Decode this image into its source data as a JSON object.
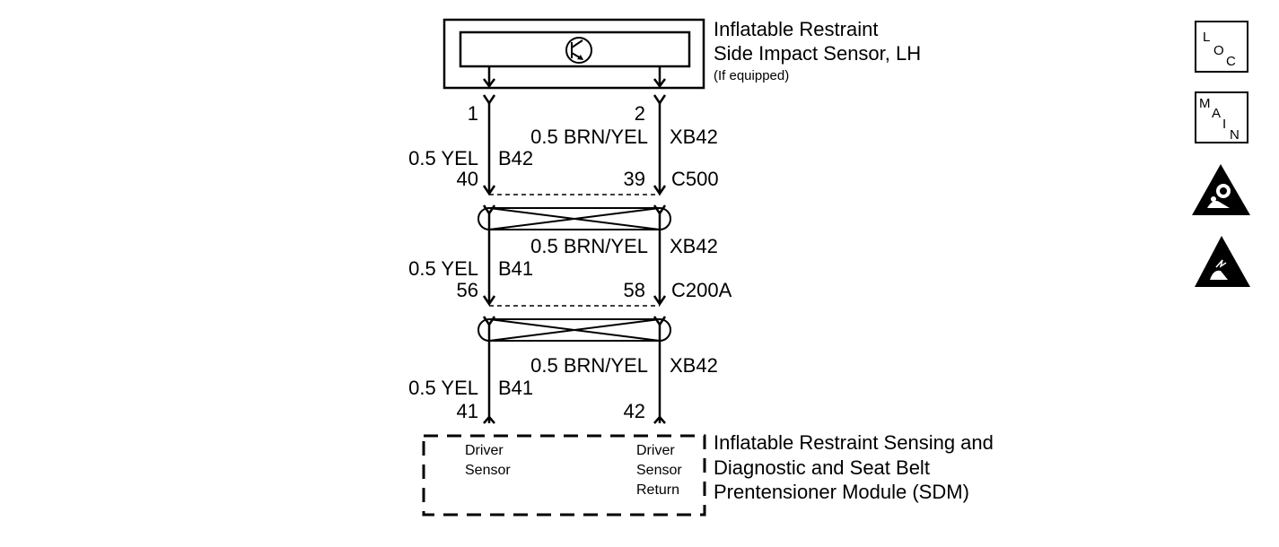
{
  "sensor_component": {
    "name_line1": "Inflatable Restraint",
    "name_line2": "Side Impact Sensor, LH",
    "note": "(If equipped)"
  },
  "module_component": {
    "name_line1": "Inflatable Restraint Sensing and",
    "name_line2": "Diagnostic and Seat Belt",
    "name_line3": "Prentensioner Module (SDM)",
    "left_pin_label_line1": "Driver",
    "left_pin_label_line2": "Sensor",
    "right_pin_label_line1": "Driver",
    "right_pin_label_line2": "Sensor",
    "right_pin_label_line3": "Return"
  },
  "sensor_pins": {
    "left": "1",
    "right": "2"
  },
  "segments": [
    {
      "left_wire": {
        "color": "0.5 YEL",
        "circuit": "B42"
      },
      "right_wire": {
        "color": "0.5 BRN/YEL",
        "circuit": "XB42"
      },
      "connector": {
        "name": "C500",
        "left_pin": "40",
        "right_pin": "39"
      }
    },
    {
      "left_wire": {
        "color": "0.5 YEL",
        "circuit": "B41"
      },
      "right_wire": {
        "color": "0.5 BRN/YEL",
        "circuit": "XB42"
      },
      "connector": {
        "name": "C200A",
        "left_pin": "56",
        "right_pin": "58"
      }
    },
    {
      "left_wire": {
        "color": "0.5 YEL",
        "circuit": "B41"
      },
      "right_wire": {
        "color": "0.5 BRN/YEL",
        "circuit": "XB42"
      }
    }
  ],
  "module_pins": {
    "left": "41",
    "right": "42"
  },
  "side_icons": {
    "loc": {
      "icon": "location-icon",
      "letters": [
        "L",
        "O",
        "C"
      ]
    },
    "main": {
      "icon": "main-icon",
      "letters": [
        "M",
        "A",
        "I",
        "N"
      ]
    },
    "airbag_warning": {
      "icon": "airbag-warning-icon"
    },
    "esd_warning": {
      "icon": "esd-warning-icon"
    }
  }
}
